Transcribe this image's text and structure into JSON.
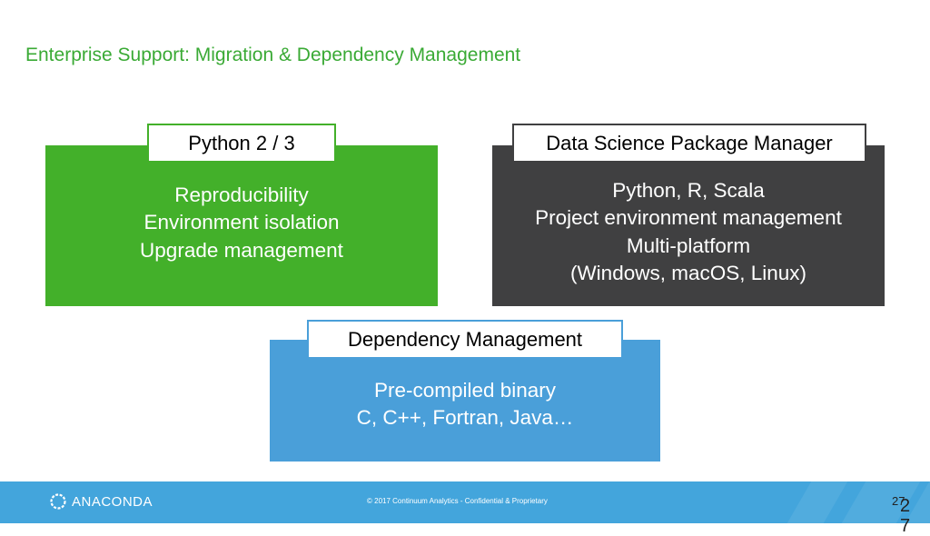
{
  "slide": {
    "title": "Enterprise Support: Migration & Dependency Management"
  },
  "boxes": [
    {
      "tab_label": "Python 2 / 3",
      "lines": [
        "Reproducibility",
        "Environment isolation",
        "Upgrade management"
      ],
      "color": "#43b02a"
    },
    {
      "tab_label": "Data Science Package Manager",
      "lines": [
        "Python, R, Scala",
        "Project environment management",
        "Multi-platform",
        "(Windows, macOS, Linux)"
      ],
      "color": "#404041"
    },
    {
      "tab_label": "Dependency Management",
      "lines": [
        "Pre-compiled binary",
        "C, C++, Fortran, Java…"
      ],
      "color": "#4a9fd9"
    }
  ],
  "footer": {
    "logo_text": "ANACONDA",
    "copyright": "© 2017 Continuum Analytics - Confidential & Proprietary",
    "page_number": "27",
    "page_number_overflow": "27",
    "color": "#43a5dc"
  }
}
